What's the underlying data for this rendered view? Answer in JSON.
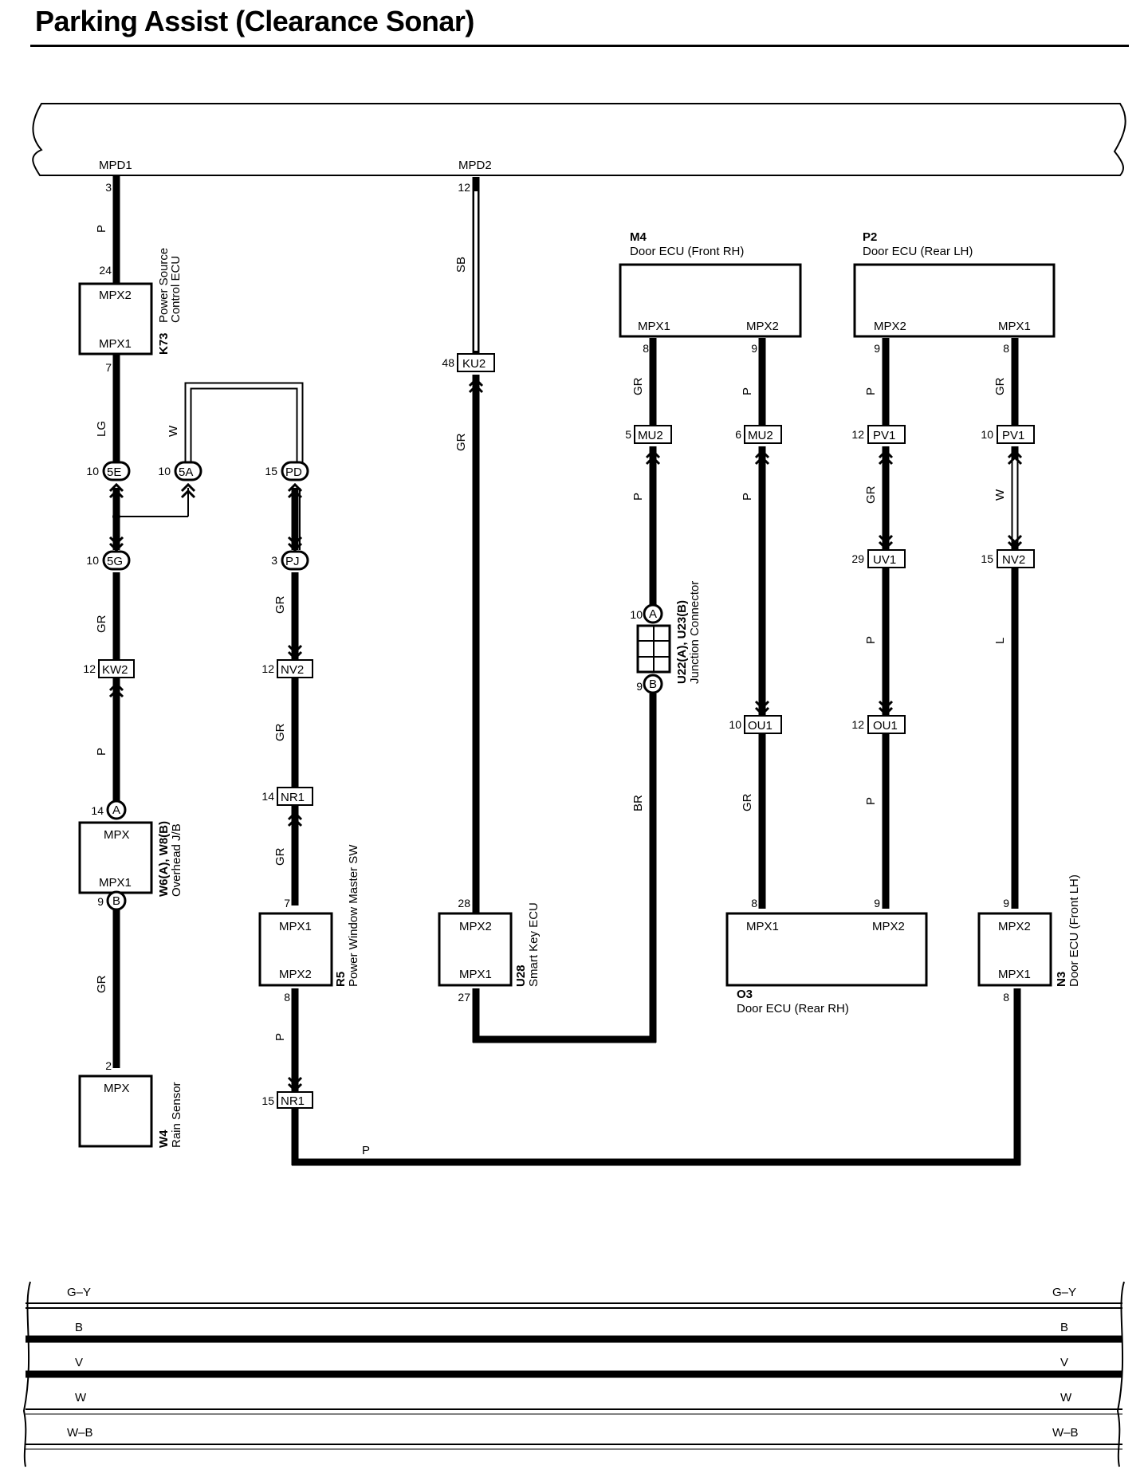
{
  "title": "Parking Assist (Clearance Sonar)",
  "bus": {
    "left": "MPD1",
    "right": "MPD2"
  },
  "components": {
    "K73": {
      "code": "K73",
      "name": "Power Source",
      "name2": "Control ECU",
      "port_top": "MPX2",
      "port_bot": "MPX1"
    },
    "W6": {
      "code": "W6(A), W8(B)",
      "name": "Overhead J/B",
      "port_top": "MPX",
      "port_bot": "MPX1"
    },
    "W4": {
      "code": "W4",
      "name": "Rain Sensor",
      "port_top": "MPX"
    },
    "R5": {
      "code": "R5",
      "name": "Power Window Master SW",
      "port_top": "MPX1",
      "port_bot": "MPX2"
    },
    "U28": {
      "code": "U28",
      "name": "Smart Key ECU",
      "port_top": "MPX2",
      "port_bot": "MPX1"
    },
    "U22": {
      "code": "U22(A), U23(B)",
      "name": "Junction Connector"
    },
    "M4": {
      "code": "M4",
      "name": "Door ECU (Front RH)",
      "port_left": "MPX1",
      "port_right": "MPX2"
    },
    "P2": {
      "code": "P2",
      "name": "Door ECU (Rear LH)",
      "port_left": "MPX2",
      "port_right": "MPX1"
    },
    "O3": {
      "code": "O3",
      "name": "Door ECU (Rear RH)",
      "port_left": "MPX1",
      "port_right": "MPX2"
    },
    "N3": {
      "code": "N3",
      "name": "Door ECU (Front LH)",
      "port_top": "MPX2",
      "port_bot": "MPX1"
    }
  },
  "connectors": {
    "c5E": "5E",
    "c5A": "5A",
    "cPD": "PD",
    "c5G": "5G",
    "cPJ": "PJ",
    "cKW2": "KW2",
    "cNV2a": "NV2",
    "cNR1a": "NR1",
    "cNR1b": "NR1",
    "cKU2": "KU2",
    "cMU2a": "MU2",
    "cMU2b": "MU2",
    "cPV1a": "PV1",
    "cPV1b": "PV1",
    "cUV1": "UV1",
    "cNV2b": "NV2",
    "cOU1a": "OU1",
    "cOU1b": "OU1",
    "A": "A",
    "B": "B"
  },
  "pins": {
    "p3": "3",
    "p24": "24",
    "p7a": "7",
    "p10a": "10",
    "p10b": "10",
    "p15a": "15",
    "p10c": "10",
    "p3b": "3",
    "p12a": "12",
    "p12b": "12",
    "p14a": "14",
    "p14b": "14",
    "p9a": "9",
    "p2": "2",
    "p7b": "7",
    "p8a": "8",
    "p15b": "15",
    "p12c": "12",
    "p48": "48",
    "p28": "28",
    "p27": "27",
    "p8b": "8",
    "p9b": "9",
    "p5": "5",
    "p6": "6",
    "p10d": "10",
    "p9c": "9",
    "p9d": "9",
    "p8c": "8",
    "p12d": "12",
    "p10e": "10",
    "p29": "29",
    "p15c": "15",
    "p10f": "10",
    "p12e": "12",
    "p8d": "8",
    "p9e": "9",
    "p9f": "9",
    "p8e": "8"
  },
  "wires": {
    "w1": "P",
    "w2": "LG",
    "w3": "W",
    "w4": "GR",
    "w5": "P",
    "w6": "GR",
    "w7": "GR",
    "w8": "GR",
    "w9": "GR",
    "w10": "P",
    "w11": "SB",
    "w12": "GR",
    "w13": "GR",
    "w14": "P",
    "w15": "P",
    "w16": "BR",
    "w17": "P",
    "w18": "GR",
    "w19": "P",
    "w20": "GR",
    "w21": "P",
    "w22": "P",
    "w23": "GR",
    "w24": "W",
    "w25": "L",
    "w26": "P"
  },
  "ground_bus": [
    "G–Y",
    "B",
    "V",
    "W",
    "W–B"
  ]
}
